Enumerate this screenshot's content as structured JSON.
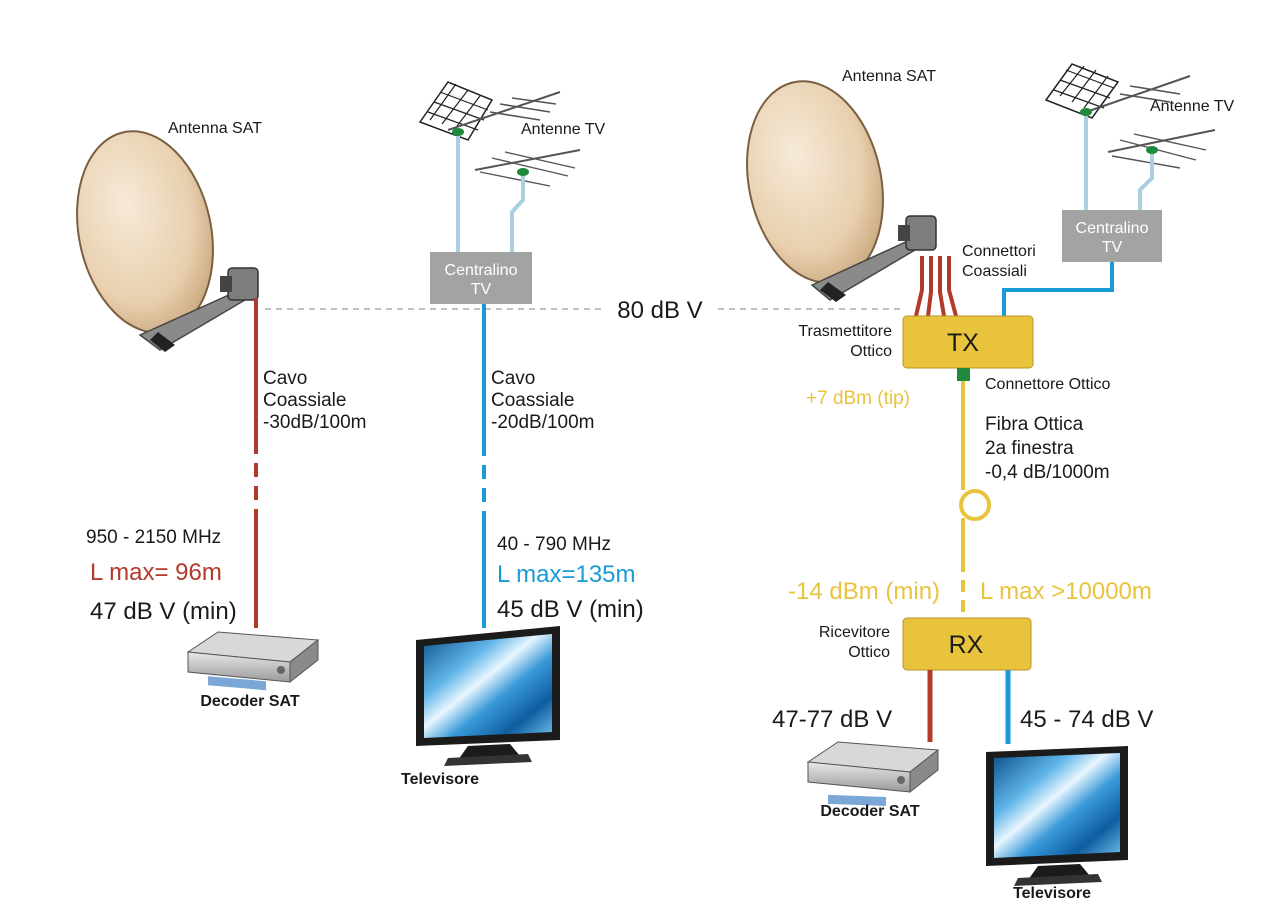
{
  "left": {
    "antenna_sat": "Antenna SAT",
    "antenne_tv": "Antenne TV",
    "centralino": [
      "Centralino",
      "TV"
    ],
    "cavo_sat": [
      "Cavo",
      "Coassiale",
      "-30dB/100m"
    ],
    "cavo_tv": [
      "Cavo",
      "Coassiale",
      "-20dB/100m"
    ],
    "freq_sat": "950 - 2150 MHz",
    "lmax_sat": "L max= 96m",
    "level_sat": "47 dB V (min)",
    "freq_tv": "40 - 790 MHz",
    "lmax_tv": "L max=135m",
    "level_tv": "45 dB V (min)",
    "decoder": "Decoder SAT",
    "televisore": "Televisore"
  },
  "center": {
    "level": "80 dB V"
  },
  "right": {
    "antenna_sat": "Antenna SAT",
    "antenne_tv": "Antenne TV",
    "centralino": [
      "Centralino",
      "TV"
    ],
    "connettori": [
      "Connettori",
      "Coassiali"
    ],
    "trasmettitore": [
      "Trasmettitore",
      "Ottico"
    ],
    "tx": "TX",
    "connettore_ottico": "Connettore Ottico",
    "tx_power": "+7 dBm (tip)",
    "fibra": [
      "Fibra Ottica",
      "2a finestra",
      "-0,4 dB/1000m"
    ],
    "rx_power": "-14 dBm (min)",
    "lmax_fibra": "L max >10000m",
    "ricevitore": [
      "Ricevitore",
      "Ottico"
    ],
    "rx": "RX",
    "level_sat": "47-77  dB V",
    "level_tv": "45 - 74 dB V",
    "decoder": "Decoder SAT",
    "televisore": "Televisore"
  },
  "colors": {
    "sat_cable": "#b23a2a",
    "tv_cable": "#1a9ad6",
    "fiber": "#e9c33c",
    "box_gray": "#a3a3a3",
    "txrx_box": "#e9c33c"
  }
}
